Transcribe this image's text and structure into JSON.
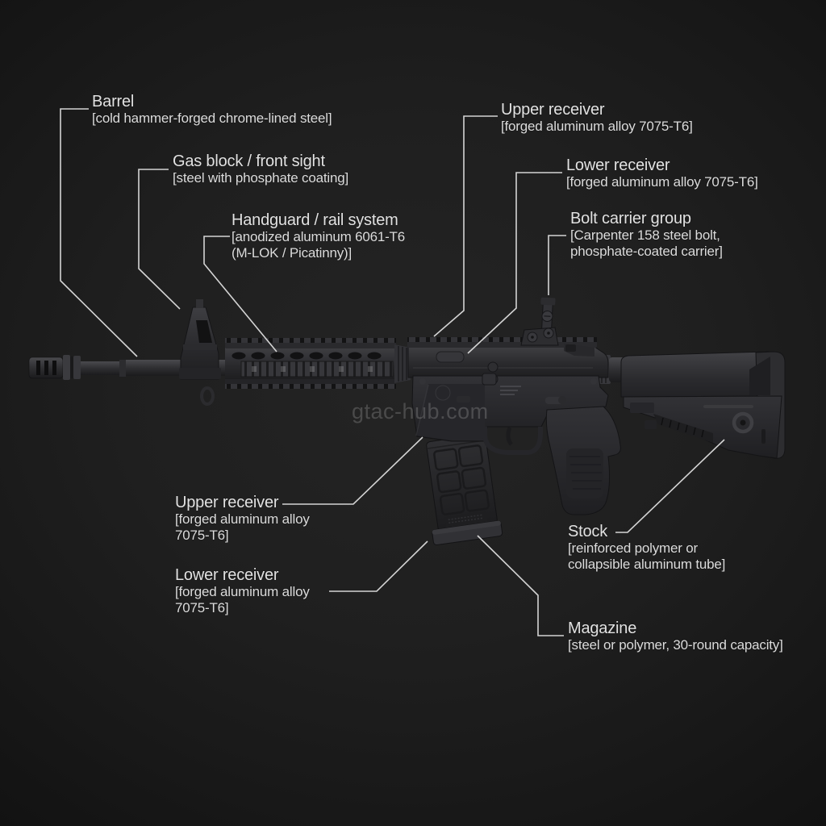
{
  "watermark": "gtac-hub.com",
  "colors": {
    "background": "#1e1e1e",
    "label_text": "#e2e2e2",
    "leader_line": "#d4d4d4",
    "rifle_body": "#2e2e31",
    "rifle_dark": "#1a1a1c",
    "rifle_highlight": "#45454a",
    "watermark_gray": "#a5a5a5"
  },
  "labels": [
    {
      "id": "barrel",
      "title": "Barrel",
      "details": [
        "[cold hammer-forged chrome-lined steel]"
      ]
    },
    {
      "id": "gas-block",
      "title": "Gas block / front sight",
      "details": [
        "[steel with phosphate coating]"
      ]
    },
    {
      "id": "handguard",
      "title": "Handguard / rail system",
      "details": [
        "[anodized aluminum 6061-T6",
        "(M-LOK / Picatinny)]"
      ]
    },
    {
      "id": "upper-receiver-top",
      "title": "Upper receiver",
      "details": [
        "[forged aluminum alloy 7075-T6]"
      ]
    },
    {
      "id": "lower-receiver-top",
      "title": "Lower receiver",
      "details": [
        "[forged aluminum alloy 7075-T6]"
      ]
    },
    {
      "id": "bolt-carrier-group",
      "title": "Bolt carrier group",
      "details": [
        "[Carpenter 158 steel bolt,",
        "phosphate-coated carrier]"
      ]
    },
    {
      "id": "upper-receiver-bottom",
      "title": "Upper receiver",
      "details": [
        "[forged aluminum alloy",
        "7075-T6]"
      ]
    },
    {
      "id": "lower-receiver-bottom",
      "title": "Lower receiver",
      "details": [
        "[forged aluminum alloy",
        "7075-T6]"
      ]
    },
    {
      "id": "stock",
      "title": "Stock",
      "details": [
        "[reinforced polymer or",
        "collapsible aluminum tube]"
      ]
    },
    {
      "id": "magazine",
      "title": "Magazine",
      "details": [
        "[steel or polymer, 30-round capacity]"
      ]
    }
  ]
}
